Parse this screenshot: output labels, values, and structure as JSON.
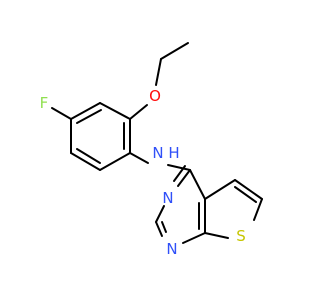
{
  "molecule": {
    "atoms": {
      "oxygen": "O",
      "fluorine": "F",
      "amine_nitrogen": "N",
      "amine_hydrogen": "H",
      "pyrimidine_nitrogen_upper": "N",
      "pyrimidine_nitrogen_lower": "N",
      "sulfur": "S"
    }
  },
  "colors": {
    "bond": "#000000",
    "oxygen": "#ff0d0d",
    "fluorine": "#90e050",
    "nitrogen": "#3050f8",
    "sulfur": "#c6c600",
    "background": "#ffffff"
  }
}
